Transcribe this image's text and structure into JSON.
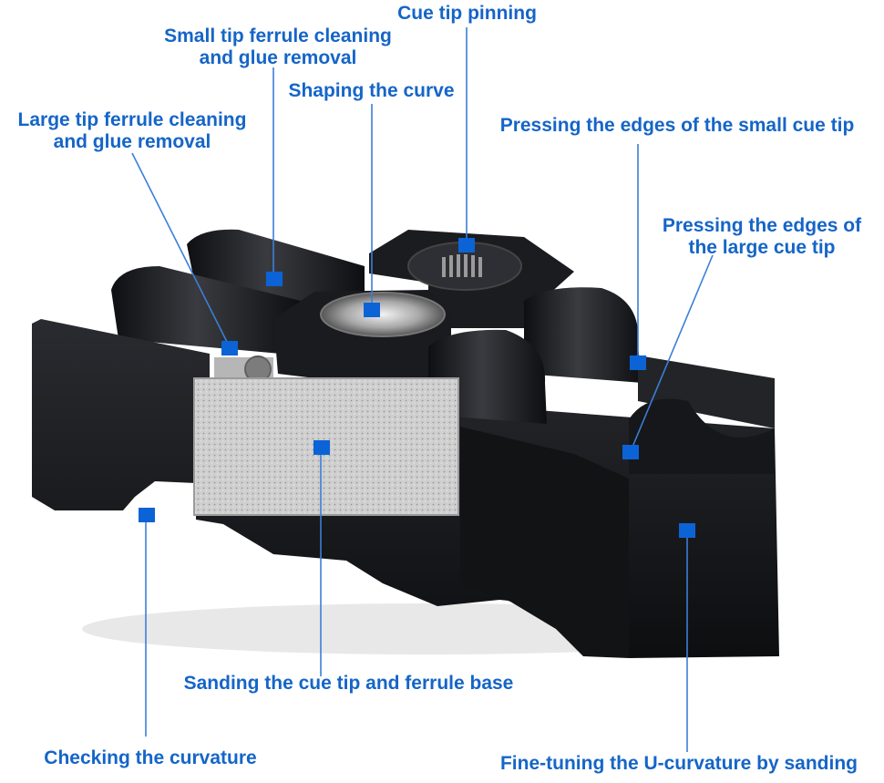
{
  "colors": {
    "label_text": "#1565c8",
    "marker": "#0b63d6",
    "leader_line": "#3b7fd6",
    "device_body": "#141518",
    "sanding_plate": "#c9c9c9"
  },
  "labels": {
    "cue_tip_pinning": "Cue tip pinning",
    "small_ferrule_line1": "Small tip ferrule cleaning",
    "small_ferrule_line2": "and glue removal",
    "shaping_curve": "Shaping the curve",
    "large_ferrule_line1": "Large tip ferrule cleaning",
    "large_ferrule_line2": "and glue removal",
    "press_small_tip": "Pressing the edges of the small cue tip",
    "press_large_line1": "Pressing the edges of",
    "press_large_line2": "the large cue tip",
    "sanding_base": "Sanding the cue tip and ferrule base",
    "checking_curvature": "Checking the curvature",
    "fine_tuning": "Fine-tuning the U-curvature by sanding"
  },
  "icons": [
    "callout-marker-square",
    "leader-line"
  ]
}
